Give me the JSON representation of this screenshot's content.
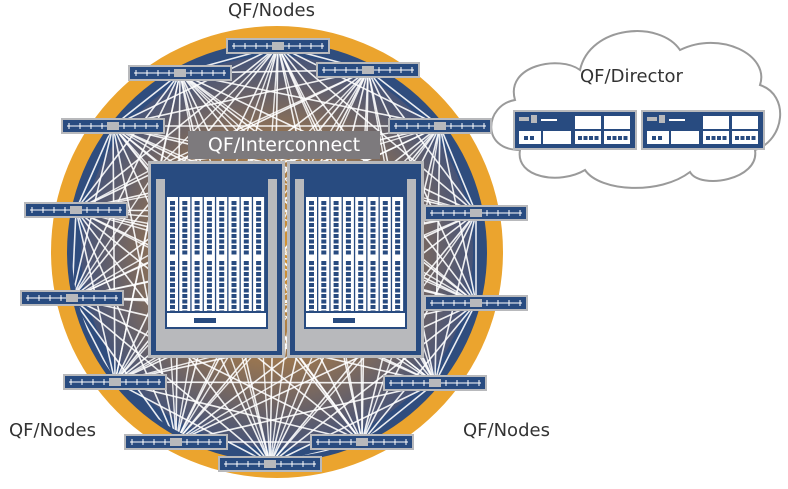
{
  "diagram": {
    "title_top": "QF/Nodes",
    "label_bottom_left": "QF/Nodes",
    "label_bottom_right": "QF/Nodes",
    "interconnect_label": "QF/Interconnect",
    "director_label": "QF/Director",
    "colors": {
      "outer_ring": "#eba42e",
      "inner_ring": "#2f4d7e",
      "fabric_center": "#c48a3a",
      "fabric_edge": "#4b567a",
      "link_lines": "#ffffff",
      "device_blue": "#284b80",
      "device_frame": "#b8b9bc",
      "label_bg": "#7d7a7d",
      "cloud_stroke": "#9a9a9a"
    },
    "node_count": 14,
    "interconnect_chassis_count": 2,
    "director_device_count": 2
  }
}
